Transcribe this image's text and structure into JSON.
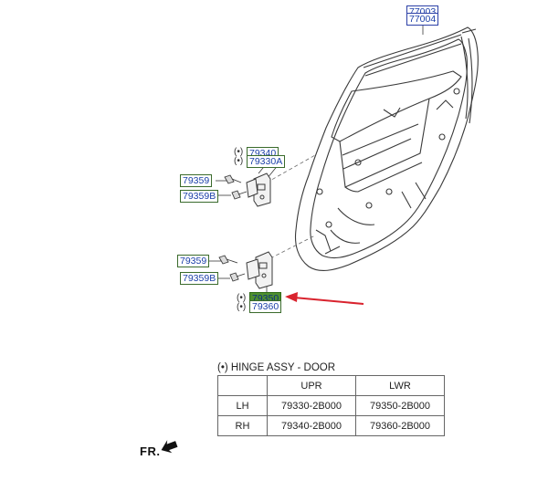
{
  "callouts": {
    "c77003": "77003",
    "c77004": "77004",
    "c79340": "79340",
    "c79330a": "79330A",
    "c79359_upper": "79359",
    "c79359b_upper": "79359B",
    "c79359_lower": "79359",
    "c79359b_lower": "79359B",
    "c79350": "79350",
    "c79360": "79360",
    "mark": "(•)"
  },
  "table": {
    "title": "(•) HINGE ASSY - DOOR",
    "headers": [
      "",
      "UPR",
      "LWR"
    ],
    "rows": [
      {
        "side": "LH",
        "upr": "79330-2B000",
        "lwr": "79350-2B000"
      },
      {
        "side": "RH",
        "upr": "79340-2B000",
        "lwr": "79360-2B000"
      }
    ]
  },
  "direction": {
    "label": "FR."
  },
  "colors": {
    "line": "#3a3a3a",
    "callout_border": "#3a6b2c",
    "callout_text": "#1b3fa8",
    "highlight": "#4f8f2f",
    "arrow": "#d9232e"
  },
  "icons": {
    "front_arrow": "arrow-icon",
    "bolt": "bolt-icon",
    "hinge": "hinge-icon"
  }
}
